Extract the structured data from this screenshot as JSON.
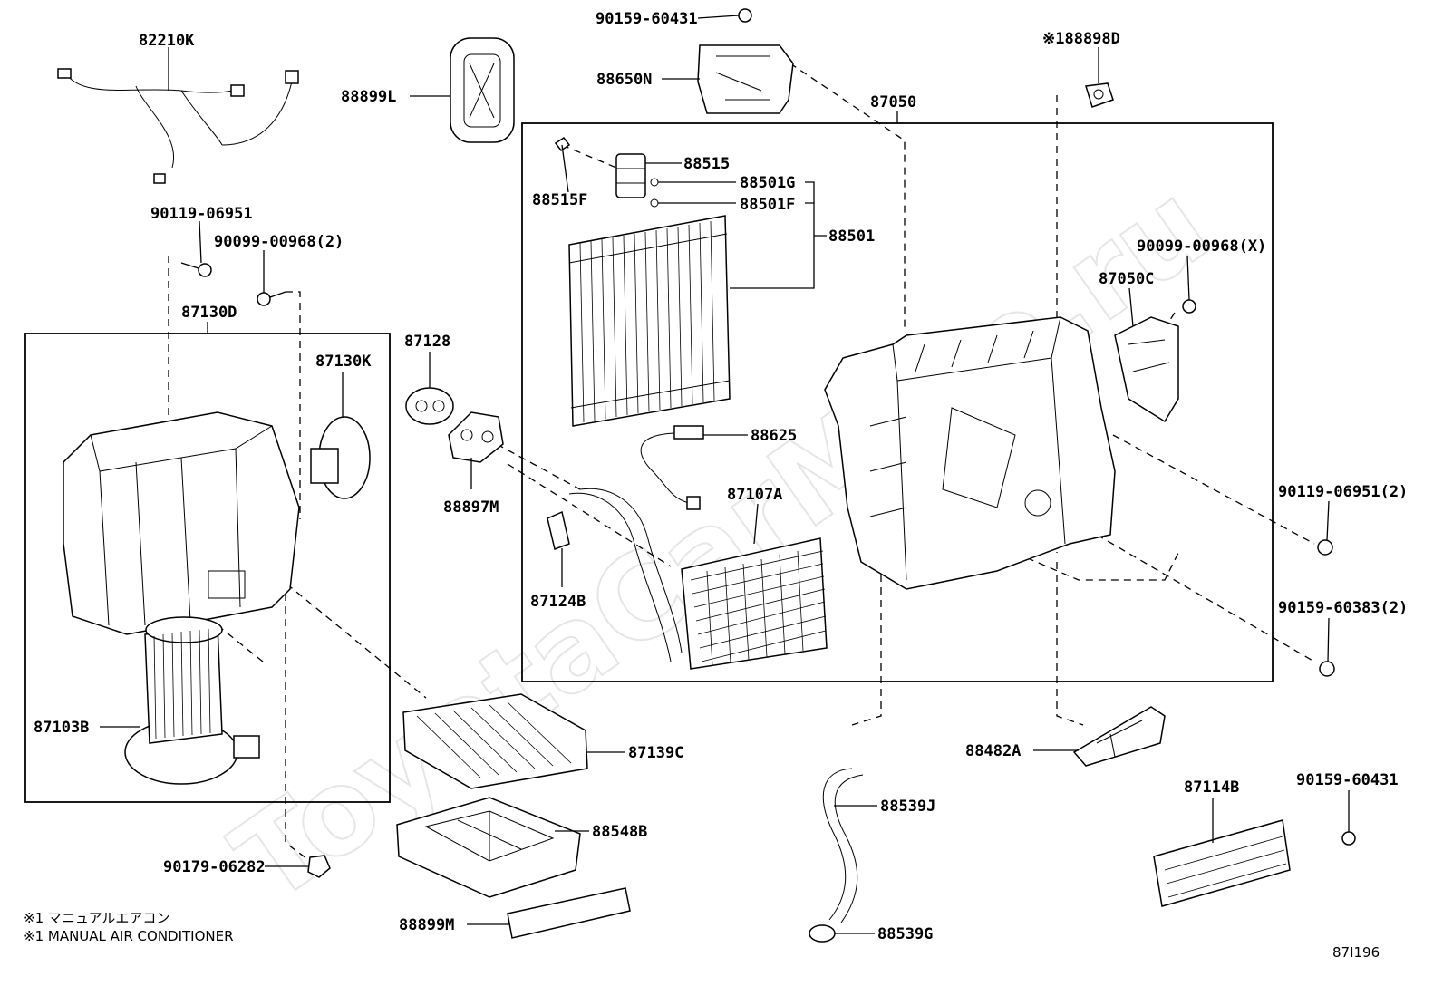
{
  "diagram": {
    "watermark": "ToyotaCarMine.ru",
    "figure_number": "87I196",
    "notes": [
      "※1 マニュアルエアコン",
      "※1 MANUAL AIR CONDITIONER"
    ],
    "labels": {
      "l82210K": "82210K",
      "l88899L": "88899L",
      "l90159_60431_top": "90159-60431",
      "l88650N": "88650N",
      "l188898D": "※188898D",
      "l87050": "87050",
      "l88515": "88515",
      "l88515F": "88515F",
      "l88501G": "88501G",
      "l88501F": "88501F",
      "l88501": "88501",
      "l90119_06951": "90119-06951",
      "l90099_00968_2": "90099-00968(2)",
      "l87130D": "87130D",
      "l87128": "87128",
      "l87130K": "87130K",
      "l88625": "88625",
      "l87107A": "87107A",
      "l88897M": "88897M",
      "l87124B": "87124B",
      "l90099_00968_X": "90099-00968(X)",
      "l87050C": "87050C",
      "l90119_06951_2": "90119-06951(2)",
      "l90159_60383_2": "90159-60383(2)",
      "l87103B": "87103B",
      "l87139C": "87139C",
      "l88482A": "88482A",
      "l88539J": "88539J",
      "l87114B": "87114B",
      "l90159_60431_bot": "90159-60431",
      "l88548B": "88548B",
      "l90179_06282": "90179-06282",
      "l88899M": "88899M",
      "l88539G": "88539G"
    }
  }
}
